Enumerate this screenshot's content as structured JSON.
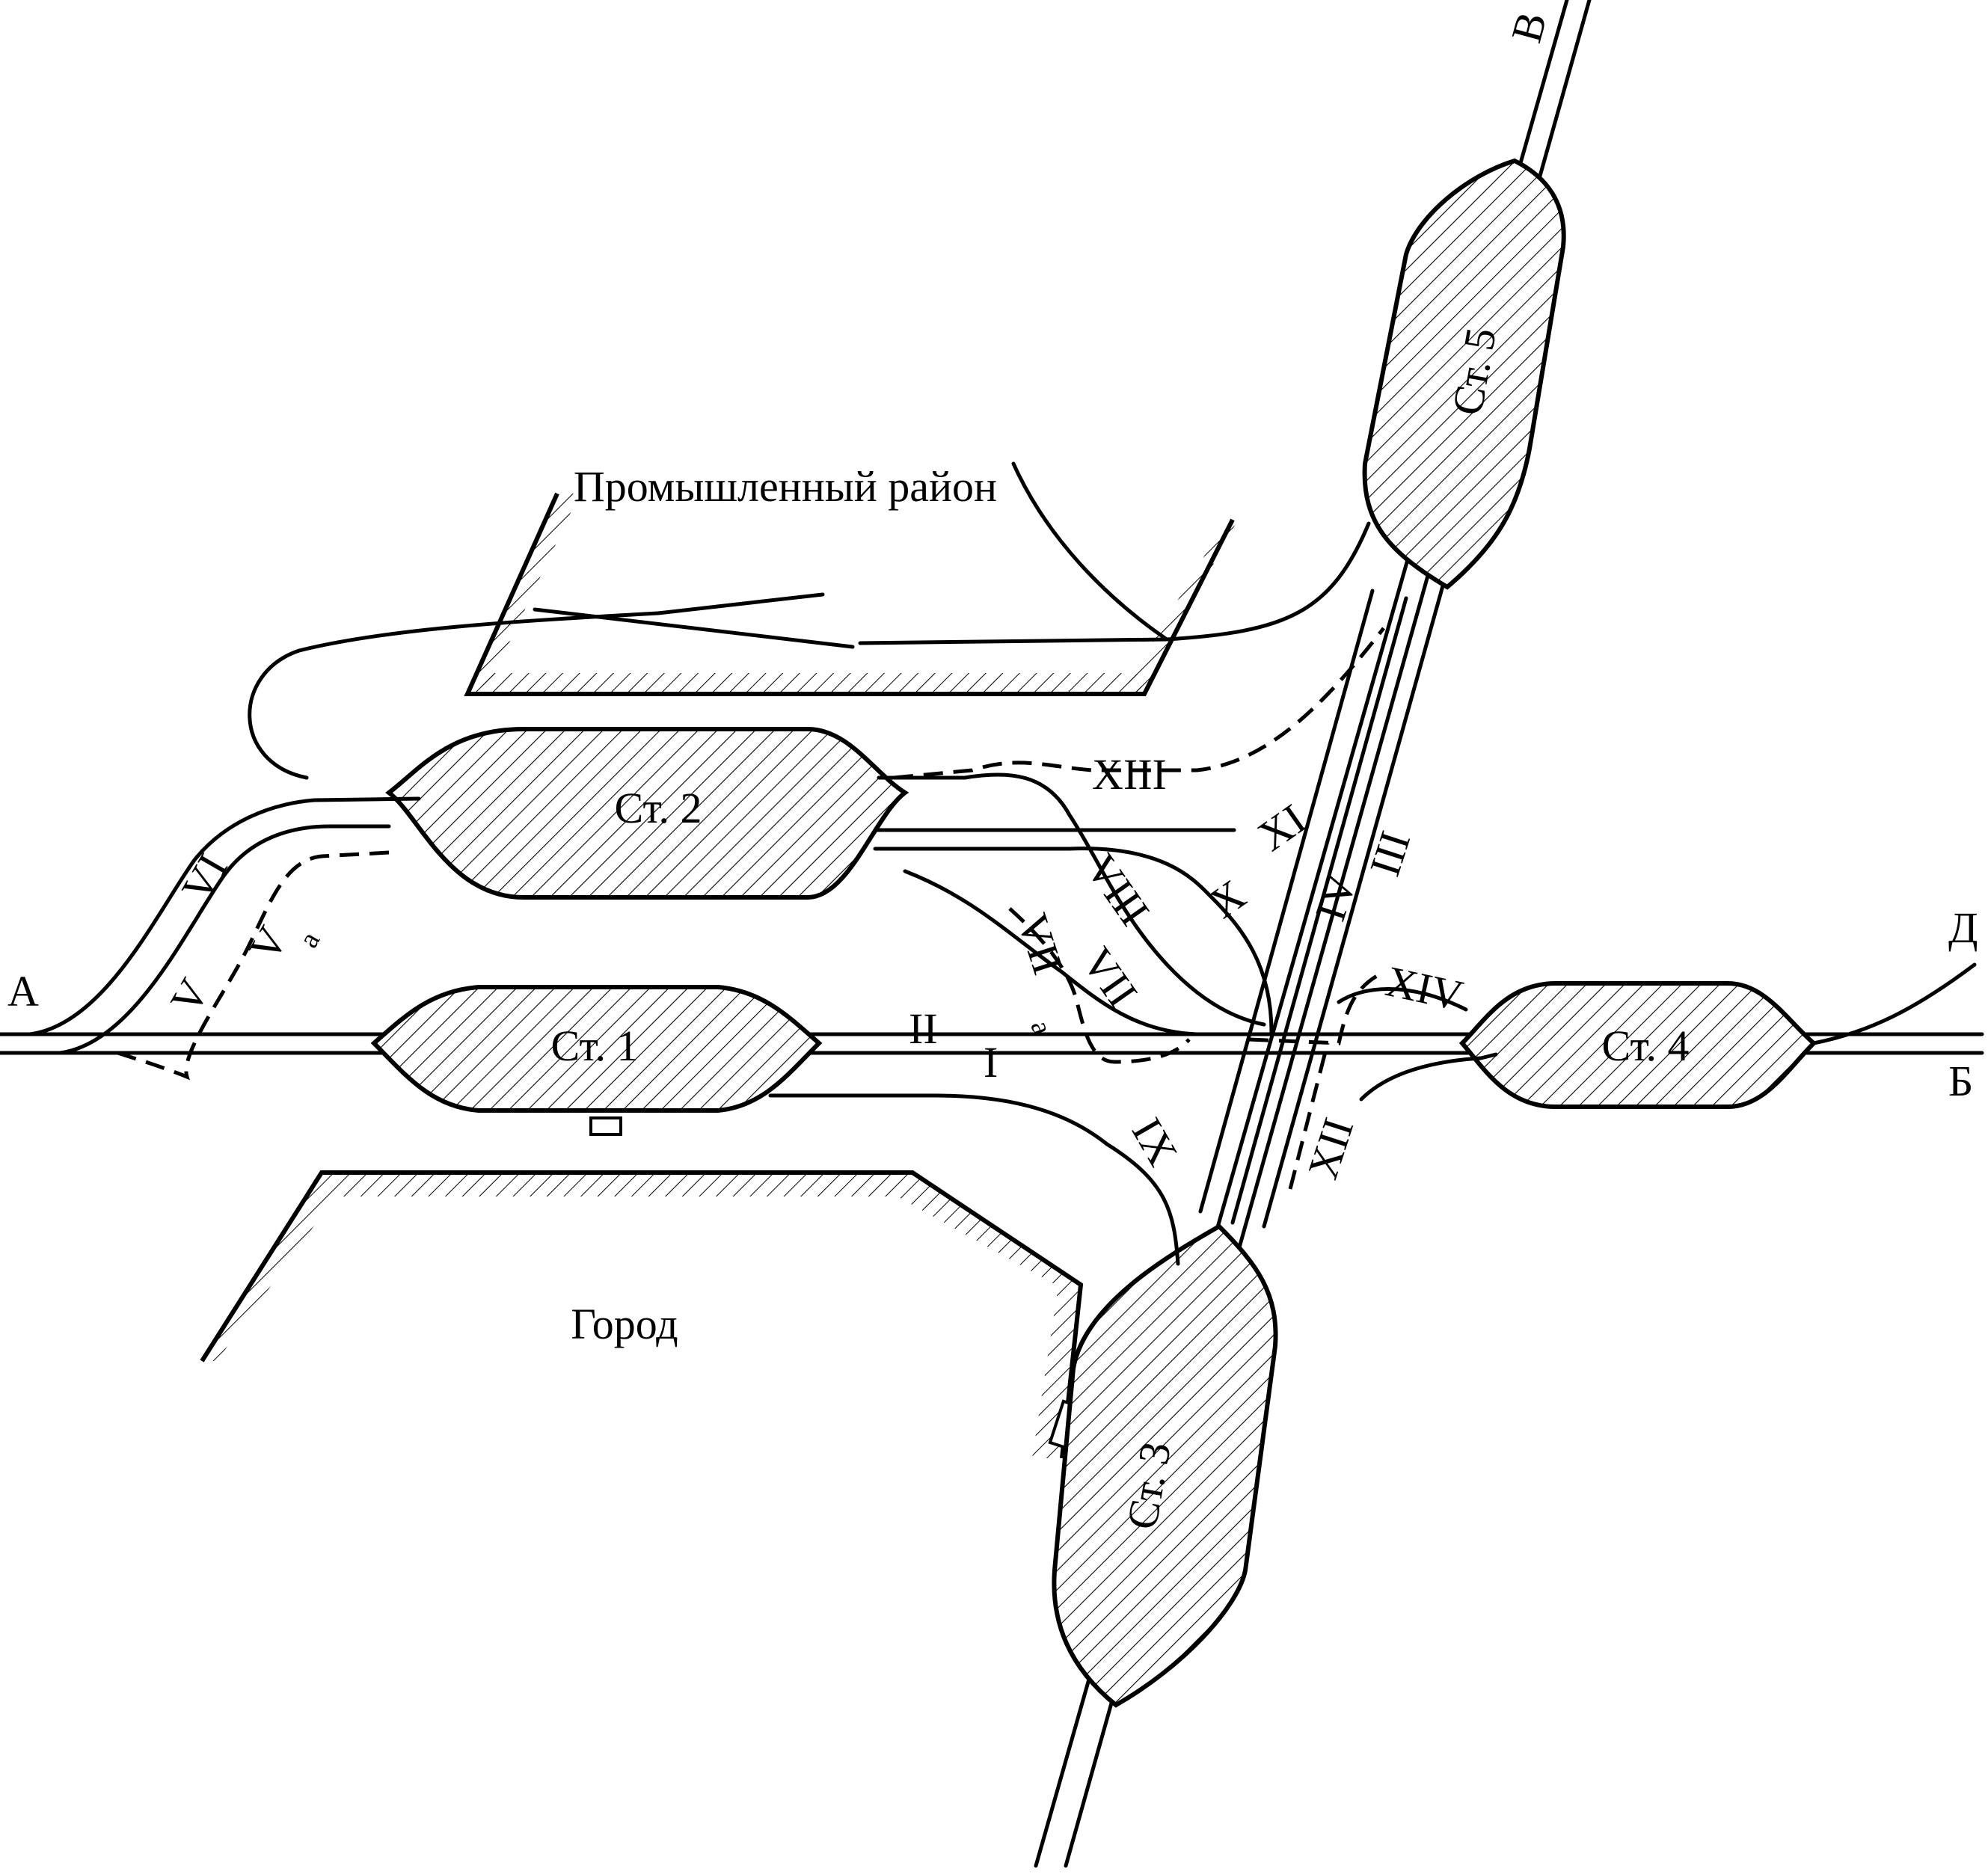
{
  "ink_color": "#000000",
  "background": "#ffffff",
  "areas": {
    "industrial": "Промышленный район",
    "city": "Город"
  },
  "stations": [
    {
      "id": "st1",
      "label": "Ст. 1"
    },
    {
      "id": "st2",
      "label": "Ст. 2"
    },
    {
      "id": "st3",
      "label": "Ст. 3"
    },
    {
      "id": "st4",
      "label": "Ст. 4"
    },
    {
      "id": "st5",
      "label": "Ст. 5"
    }
  ],
  "endpoints": {
    "A": "А",
    "B": "Б",
    "V": "В",
    "D": "Д"
  },
  "lines": {
    "I": "I",
    "II": "II",
    "III": "III",
    "IV": "IV",
    "V": "V",
    "Va": "V",
    "Va_sub": "a",
    "VI": "VI",
    "VII": "VII",
    "VIIa": "VII",
    "VIIa_sub": "a",
    "VIII": "VIII",
    "IX": "IX",
    "X": "X",
    "XI": "XI",
    "XII": "XII",
    "XIII": "XIII",
    "XIV": "XIV"
  }
}
